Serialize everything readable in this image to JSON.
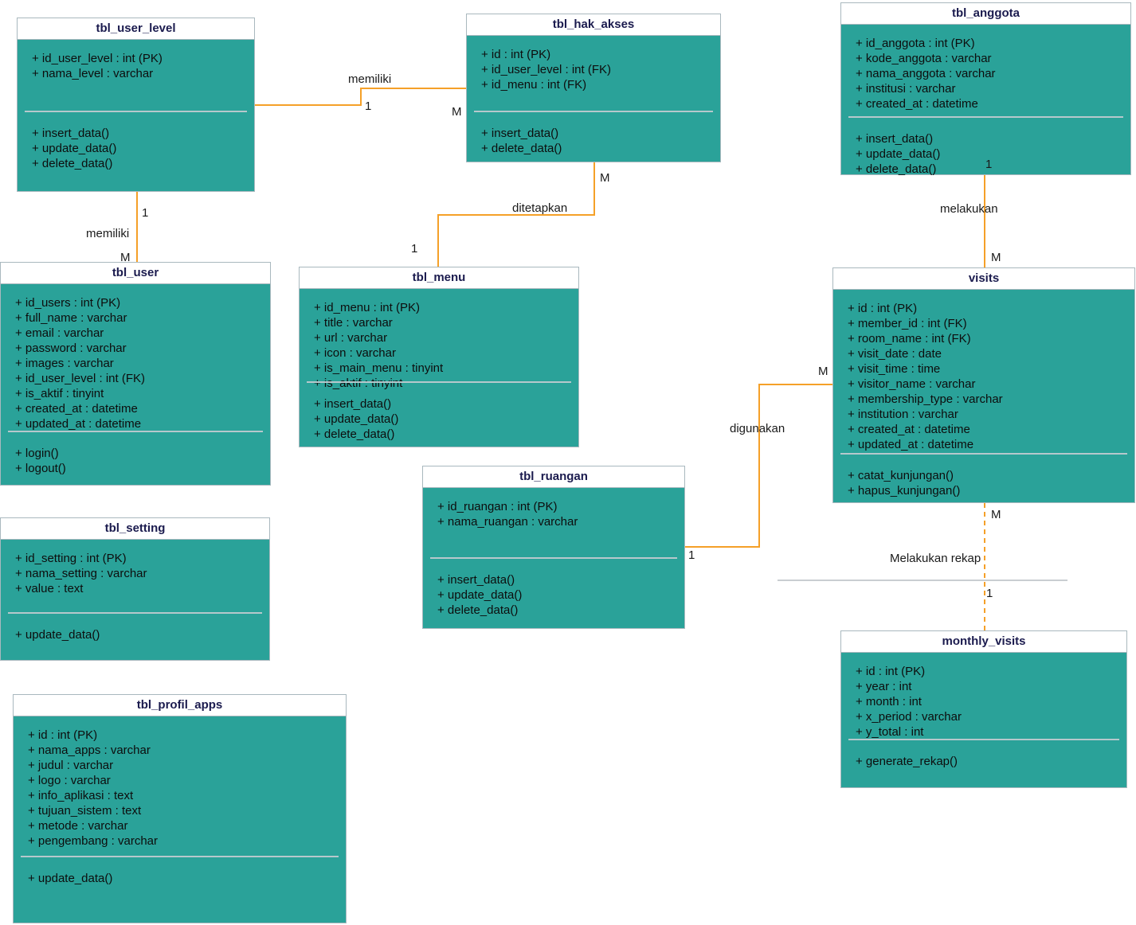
{
  "diagram": {
    "colors": {
      "class_fill": "#2aa299",
      "class_header_bg": "#ffffff",
      "class_header_text": "#1b1b4e",
      "member_text": "#0d0d0d",
      "connector": "#f5a028",
      "divider": "#b6c8cc"
    },
    "classes": [
      {
        "title": "tbl_user_level",
        "attributes": [
          "+ id_user_level : int (PK)",
          "+ nama_level : varchar"
        ],
        "methods": [
          "+ insert_data()",
          "+ update_data()",
          "+ delete_data()"
        ]
      },
      {
        "title": "tbl_hak_akses",
        "attributes": [
          "+ id : int (PK)",
          "+ id_user_level : int (FK)",
          "+ id_menu : int (FK)"
        ],
        "methods": [
          "+ insert_data()",
          "+ delete_data()"
        ]
      },
      {
        "title": "tbl_anggota",
        "attributes": [
          "+ id_anggota : int (PK)",
          "+ kode_anggota : varchar",
          "+ nama_anggota : varchar",
          "+ institusi : varchar",
          "+ created_at : datetime"
        ],
        "methods": [
          "+ insert_data()",
          "+ update_data()",
          "+ delete_data()"
        ]
      },
      {
        "title": "tbl_user",
        "attributes": [
          "+ id_users : int (PK)",
          "+ full_name : varchar",
          "+ email : varchar",
          "+ password : varchar",
          "+ images : varchar",
          "+ id_user_level : int (FK)",
          "+ is_aktif : tinyint",
          "+ created_at : datetime",
          "+ updated_at : datetime"
        ],
        "methods": [
          "+ login()",
          "+ logout()"
        ]
      },
      {
        "title": "tbl_menu",
        "attributes": [
          "+ id_menu : int (PK)",
          "+ title : varchar",
          "+ url : varchar",
          "+ icon : varchar",
          "+ is_main_menu : tinyint",
          "+ is_aktif : tinyint"
        ],
        "methods": [
          "+ insert_data()",
          "+ update_data()",
          "+ delete_data()"
        ]
      },
      {
        "title": "visits",
        "attributes": [
          "+ id : int (PK)",
          "+ member_id : int (FK)",
          "+ room_name : int (FK)",
          "+ visit_date : date",
          "+ visit_time : time",
          "+ visitor_name : varchar",
          "+ membership_type : varchar",
          "+ institution : varchar",
          "+ created_at : datetime",
          "+ updated_at : datetime"
        ],
        "methods": [
          "+ catat_kunjungan()",
          "+ hapus_kunjungan()"
        ]
      },
      {
        "title": "tbl_setting",
        "attributes": [
          "+ id_setting : int (PK)",
          "+ nama_setting : varchar",
          "+ value : text"
        ],
        "methods": [
          "+ update_data()"
        ]
      },
      {
        "title": "tbl_ruangan",
        "attributes": [
          "+ id_ruangan : int (PK)",
          "+ nama_ruangan : varchar"
        ],
        "methods": [
          "+ insert_data()",
          "+ update_data()",
          "+ delete_data()"
        ]
      },
      {
        "title": "monthly_visits",
        "attributes": [
          "+ id : int (PK)",
          "+ year : int",
          "+ month : int",
          "+ x_period : varchar",
          "+ y_total : int"
        ],
        "methods": [
          "+ generate_rekap()"
        ]
      },
      {
        "title": "tbl_profil_apps",
        "attributes": [
          "+ id : int (PK)",
          "+ nama_apps : varchar",
          "+ judul : varchar",
          "+ logo : varchar",
          "+ info_aplikasi : text",
          "+ tujuan_sistem : text",
          "+ metode : varchar",
          "+ pengembang : varchar"
        ],
        "methods": [
          "+ update_data()"
        ]
      }
    ],
    "relationships": [
      {
        "label": "memiliki",
        "from_card": "1",
        "to_card": "M"
      },
      {
        "label": "memiliki",
        "from_card": "1",
        "to_card": "M"
      },
      {
        "label": "ditetapkan",
        "from_card": "M",
        "to_card": "1"
      },
      {
        "label": "melakukan",
        "from_card": "1",
        "to_card": "M"
      },
      {
        "label": "digunakan",
        "from_card": "M",
        "to_card": "1"
      },
      {
        "label": "Melakukan rekap",
        "from_card": "M",
        "to_card": "1"
      }
    ]
  }
}
